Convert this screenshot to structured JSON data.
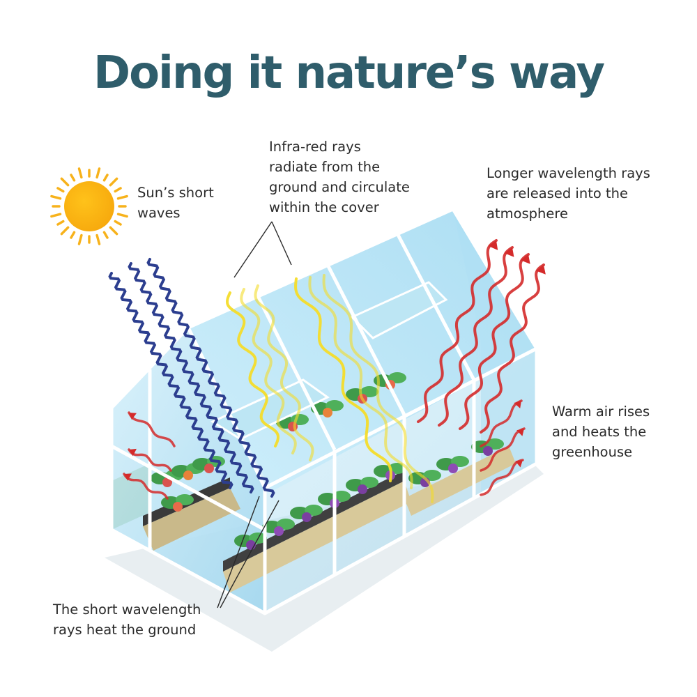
{
  "title": "Doing it nature’s way",
  "labels": {
    "sun": [
      "Sun’s short",
      "waves"
    ],
    "infrared": [
      "Infra-red rays",
      "radiate from the",
      "ground and circulate",
      "within the cover"
    ],
    "longer": [
      "Longer wavelength rays",
      "are released into the",
      "atmosphere"
    ],
    "warm_air": [
      "Warm air rises",
      "and heats the",
      "greenhouse"
    ],
    "short_heat": [
      "The short wavelength",
      "rays heat the ground"
    ]
  },
  "colors": {
    "title": "#2f5d6b",
    "sun": "#f7b21b",
    "short_waves": "#2c3e8f",
    "infrared": "#f4dc2a",
    "longer_waves": "#d42a2a",
    "glass": "#bfe6f5",
    "frame": "#ffffff"
  }
}
